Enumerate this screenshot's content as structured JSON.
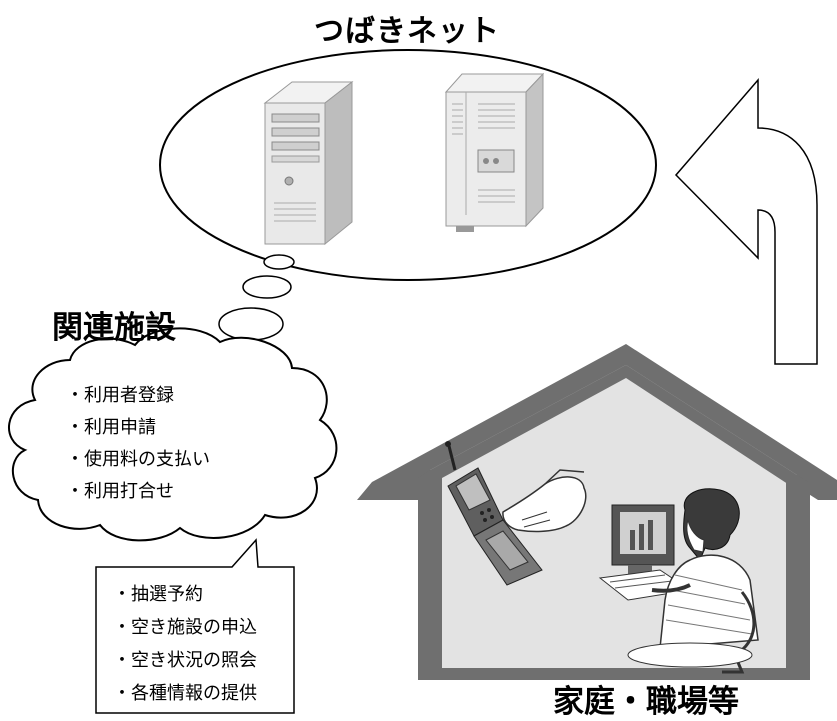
{
  "title_top": "つばきネット",
  "title_facility": "関連施設",
  "title_home": "家庭・職場等",
  "cloud_items": [
    "・利用者登録",
    "・利用申請",
    "・使用料の支払い",
    "・利用打合せ"
  ],
  "callout_items": [
    "・抽選予約",
    "・空き施設の申込",
    "・空き状況の照会",
    "・各種情報の提供"
  ],
  "icons": [
    "server-tower-icon",
    "server-rack-icon",
    "house-icon",
    "mobile-phone-icon",
    "pointing-hand-icon",
    "person-at-computer-icon",
    "up-left-arrow-icon"
  ],
  "colors": {
    "house_gray": "#6f6f6f",
    "house_interior": "#e3e3e3",
    "line": "#000000"
  }
}
